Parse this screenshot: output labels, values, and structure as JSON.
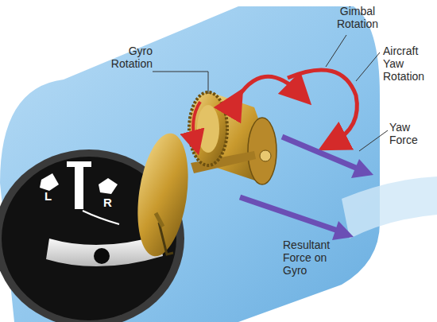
{
  "diagram": {
    "labels": [
      "Gyro Rotation",
      "Gimbal Rotation",
      "Aircraft Yaw Rotation",
      "Yaw Force",
      "Resultant Force on Gyro",
      "L",
      "R"
    ]
  }
}
